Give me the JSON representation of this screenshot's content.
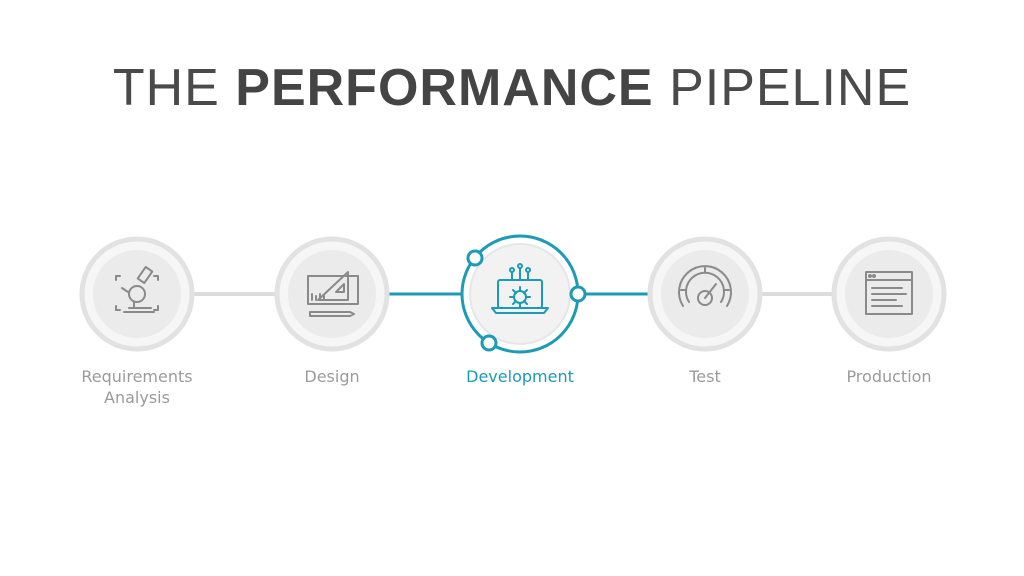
{
  "title": {
    "prefix": "THE",
    "emphasis": "PERFORMANCE",
    "suffix": "PIPELINE"
  },
  "stages": [
    {
      "label_line1": "Requirements",
      "label_line2": "Analysis",
      "icon": "microscope-icon",
      "active": false
    },
    {
      "label_line1": "Design",
      "label_line2": "",
      "icon": "drafting-tools-icon",
      "active": false
    },
    {
      "label_line1": "Development",
      "label_line2": "",
      "icon": "laptop-gear-icon",
      "active": true
    },
    {
      "label_line1": "Test",
      "label_line2": "",
      "icon": "speedometer-icon",
      "active": false
    },
    {
      "label_line1": "Production",
      "label_line2": "",
      "icon": "browser-window-icon",
      "active": false
    }
  ],
  "colors": {
    "accent": "#1b9bb4",
    "inactive_ring": "#e3e3e3",
    "inactive_fill": "#ebebeb",
    "connector_inactive": "#dcdcdc",
    "icon_inactive": "#8a8a8a",
    "label_inactive": "#9b9b9b",
    "title": "#444444"
  }
}
